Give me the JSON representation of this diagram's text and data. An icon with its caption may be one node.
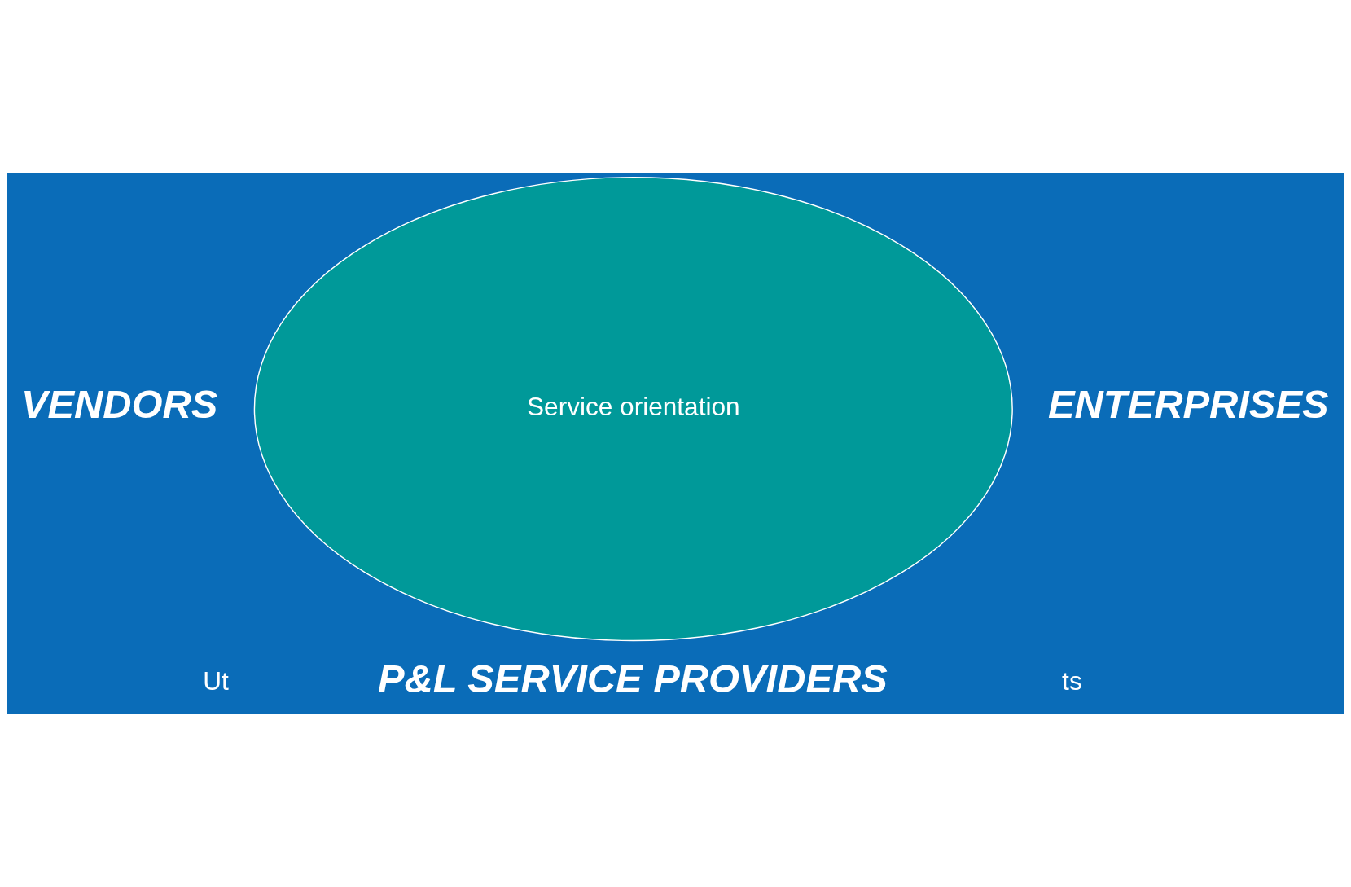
{
  "diagram": {
    "nodes": [
      {
        "text": [
          "Service orientation"
        ]
      }
    ],
    "edges": [],
    "labels": [
      "VENDORS",
      "ENTERPRISES",
      "Ut",
      "ts",
      "P&L SERVICE PROVIDERS"
    ]
  }
}
